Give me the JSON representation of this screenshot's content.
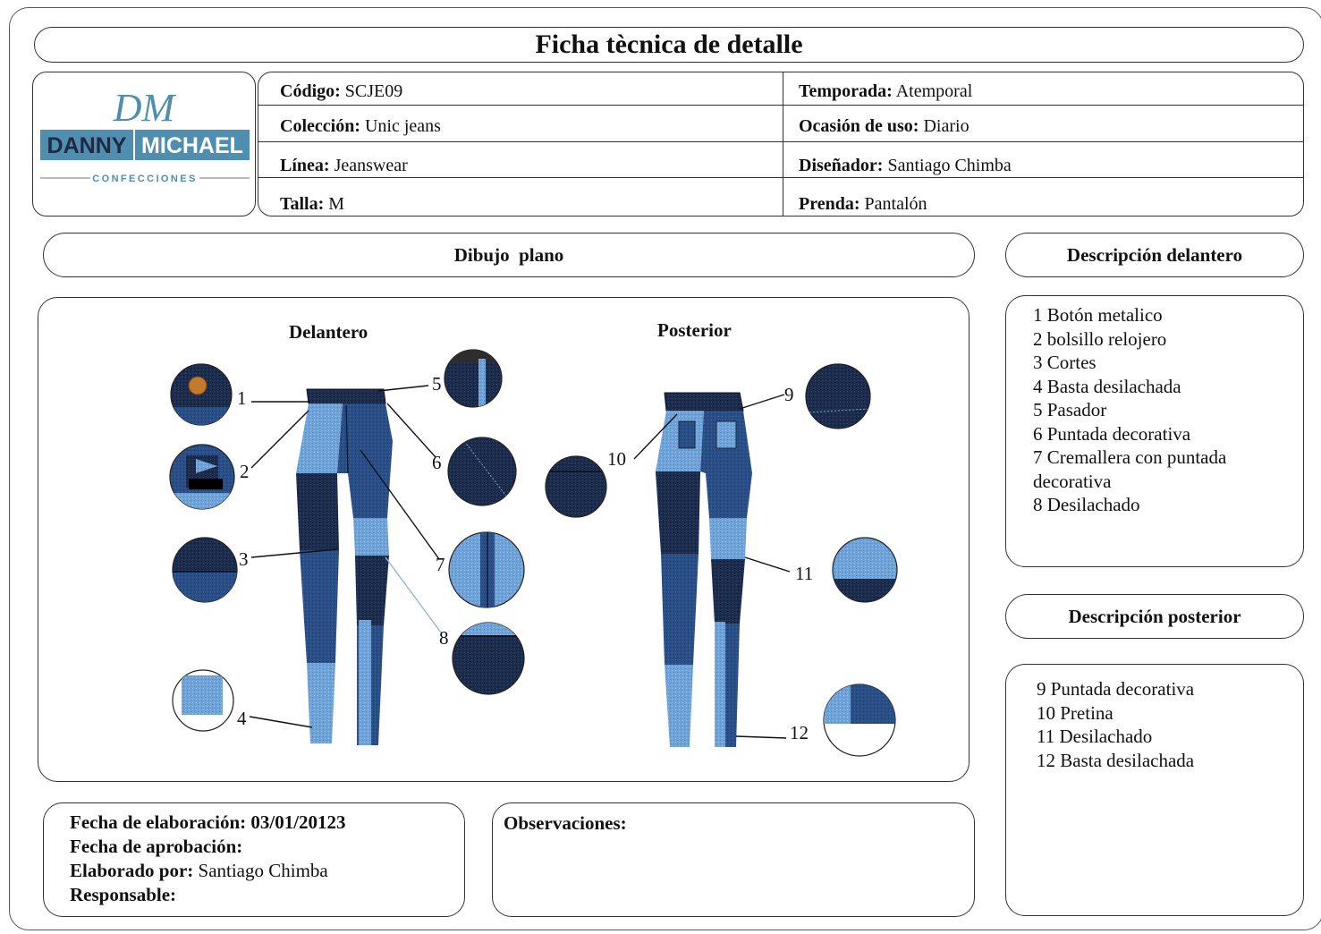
{
  "title": "Ficha tècnica de detalle",
  "logo": {
    "monogram": "DM",
    "brand_left": "DANNY",
    "brand_right": "MICHAEL",
    "tagline": "CONFECCIONES",
    "brand_color": "#4f8eae"
  },
  "info": {
    "left": [
      {
        "label": "Código:",
        "value": "SCJE09"
      },
      {
        "label": "Colección:",
        "value": "Unic jeans"
      },
      {
        "label": "Línea:",
        "value": "Jeanswear"
      },
      {
        "label": "Talla:",
        "value": "M"
      }
    ],
    "right": [
      {
        "label": "Temporada:",
        "value": "Atemporal"
      },
      {
        "label": "Ocasión de uso:",
        "value": "Diario"
      },
      {
        "label": "Diseñador:",
        "value": "Santiago Chimba"
      },
      {
        "label": "Prenda:",
        "value": "Pantalón"
      }
    ]
  },
  "drawing": {
    "header": "Dibujo  plano",
    "front_label": "Delantero",
    "back_label": "Posterior",
    "callouts": [
      "1",
      "2",
      "3",
      "4",
      "5",
      "6",
      "7",
      "8",
      "9",
      "10",
      "11",
      "12"
    ],
    "colors": {
      "dark": "#1b2c4d",
      "mid": "#2a4f86",
      "light": "#6fa3d8",
      "navy": "#15203a"
    }
  },
  "desc_front": {
    "header": "Descripción delantero",
    "items": [
      "1 Botón metalico",
      "2 bolsillo relojero",
      "3 Cortes",
      "4 Basta desilachada",
      "5 Pasador",
      "6 Puntada decorativa",
      "7 Cremallera con puntada",
      "decorativa",
      "8 Desilachado"
    ]
  },
  "desc_back": {
    "header": "Descripción posterior",
    "items": [
      "9 Puntada decorativa",
      "10 Pretina",
      "11 Desilachado",
      "12 Basta desilachada"
    ]
  },
  "footer": {
    "fecha_elab_label": "Fecha de elaboración:",
    "fecha_elab_value": "03/01/20123",
    "fecha_aprob_label": "Fecha de aprobación:",
    "elaborado_label": "Elaborado por:",
    "elaborado_value": "Santiago Chimba",
    "responsable_label": "Responsable:",
    "observaciones_label": "Observaciones:"
  }
}
